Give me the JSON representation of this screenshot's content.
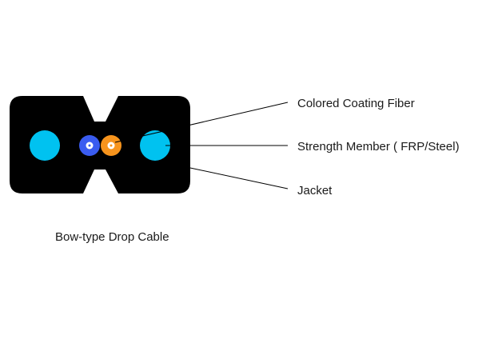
{
  "diagram": {
    "caption": "Bow-type Drop Cable",
    "labels": {
      "fiber": "Colored Coating Fiber",
      "strength_member": "Strength Member ( FRP/Steel)",
      "jacket": "Jacket"
    }
  },
  "colors": {
    "jacket": "#000000",
    "strength_member": "#00c2f0",
    "fiber_blue": "#3a5cf0",
    "fiber_orange": "#f7941d",
    "fiber_core": "#ffffff",
    "leader_line": "#000000"
  }
}
